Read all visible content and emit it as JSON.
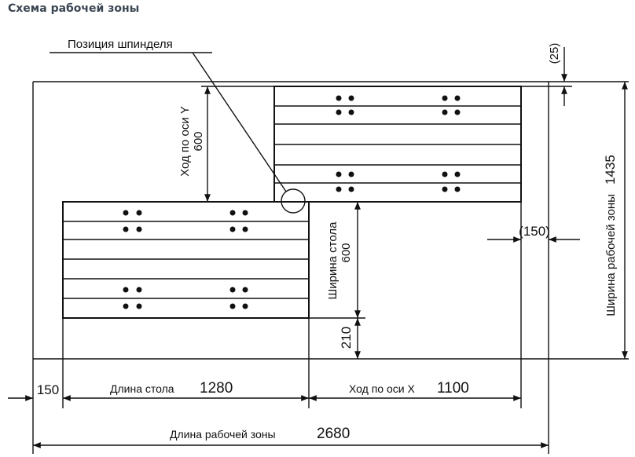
{
  "title": "Схема рабочей зоны",
  "labels": {
    "spindle_position": "Позиция шпинделя",
    "y_travel_label": "Ход по оси Y",
    "y_travel_value": "600",
    "top_offset": "(25)",
    "work_width_label": "Ширина рабочей зоны",
    "work_width_value": "1435",
    "right_offset": "(150)",
    "table_width_label": "Ширина стола",
    "table_width_value": "600",
    "bottom_offset": "210",
    "left_offset": "150",
    "table_length_label": "Длина стола",
    "table_length_value": "1280",
    "x_travel_label": "Ход по оси X",
    "x_travel_value": "1100",
    "work_length_label": "Длина рабочей зоны",
    "work_length_value": "2680"
  }
}
